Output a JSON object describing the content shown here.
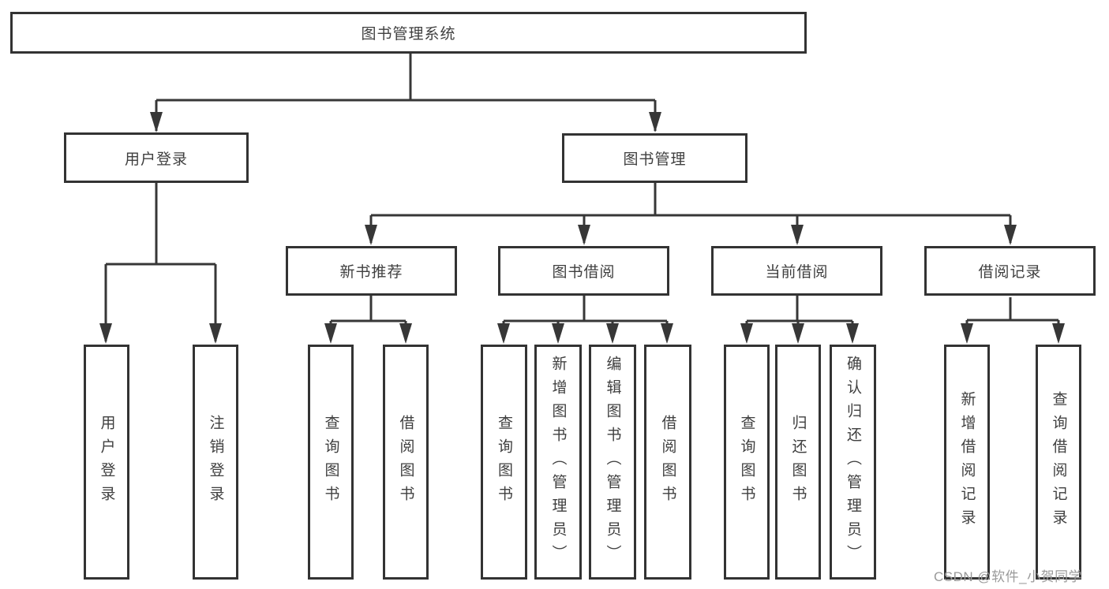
{
  "diagram": {
    "root": "图书管理系统",
    "branches": [
      {
        "label": "用户登录",
        "children": [
          "用户登录",
          "注销登录"
        ]
      },
      {
        "label": "图书管理",
        "groups": [
          {
            "label": "新书推荐",
            "children": [
              "查询图书",
              "借阅图书"
            ]
          },
          {
            "label": "图书借阅",
            "children": [
              "查询图书",
              "新增图书（管理员）",
              "编辑图书（管理员）",
              "借阅图书"
            ]
          },
          {
            "label": "当前借阅",
            "children": [
              "查询图书",
              "归还图书",
              "确认归还（管理员）"
            ]
          },
          {
            "label": "借阅记录",
            "children": [
              "新增借阅记录",
              "查询借阅记录"
            ]
          }
        ]
      }
    ]
  },
  "watermark": "CSDN @软件_小贺同学",
  "colors": {
    "line": "#373737",
    "border": "#333333",
    "text": "#3f3f3f",
    "watermark": "#9a9a9a",
    "background": "#ffffff"
  }
}
